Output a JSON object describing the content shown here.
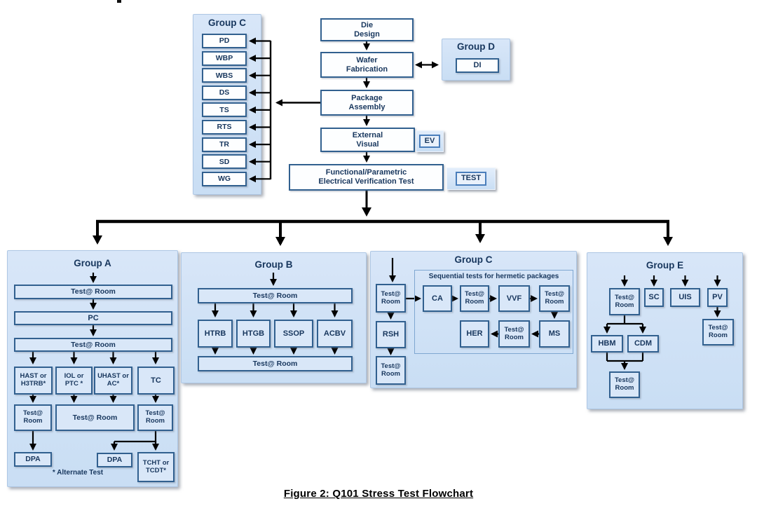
{
  "caption": "Figure 2:  Q101 Stress Test Flowchart",
  "labels": {
    "test_room": "Test@ Room"
  },
  "top": {
    "group_c": {
      "title": "Group C",
      "items": [
        "PD",
        "WBP",
        "WBS",
        "DS",
        "TS",
        "RTS",
        "TR",
        "SD",
        "WG"
      ]
    },
    "flow": {
      "die_design": "Die\nDesign",
      "wafer_fabrication": "Wafer\nFabrication",
      "package_assembly": "Package\nAssembly",
      "external_visual": "External\nVisual",
      "functional_test": "Functional/Parametric\nElectrical Verification Test"
    },
    "group_d": {
      "title": "Group D",
      "item": "DI"
    },
    "badges": {
      "ev": "EV",
      "test": "TEST"
    }
  },
  "group_a": {
    "title": "Group A",
    "pc": "PC",
    "branches": [
      "HAST or\nH3TRB*",
      "IOL or\nPTC *",
      "UHAST or\nAC*",
      "TC"
    ],
    "dpa_left": "DPA",
    "dpa_mid": "DPA",
    "tcht": "TCHT or\nTCDT*",
    "note": "* Alternate Test"
  },
  "group_b": {
    "title": "Group B",
    "tests": [
      "HTRB",
      "HTGB",
      "SSOP",
      "ACBV"
    ]
  },
  "group_c_bottom": {
    "title": "Group C",
    "sequential_caption": "Sequential tests for hermetic packages",
    "rsh": "RSH",
    "ca": "CA",
    "vvf": "VVF",
    "ms": "MS",
    "her": "HER"
  },
  "group_e": {
    "title": "Group E",
    "sc": "SC",
    "uis": "UIS",
    "pv": "PV",
    "hbm": "HBM",
    "cdm": "CDM"
  },
  "colors": {
    "panel_fill": "#cfe0f4",
    "box_border": "#31608f",
    "box_fill": "#fdfeff",
    "box_fill_blue": "#d9e7f8",
    "text": "#17365d",
    "arrow": "#000000"
  }
}
